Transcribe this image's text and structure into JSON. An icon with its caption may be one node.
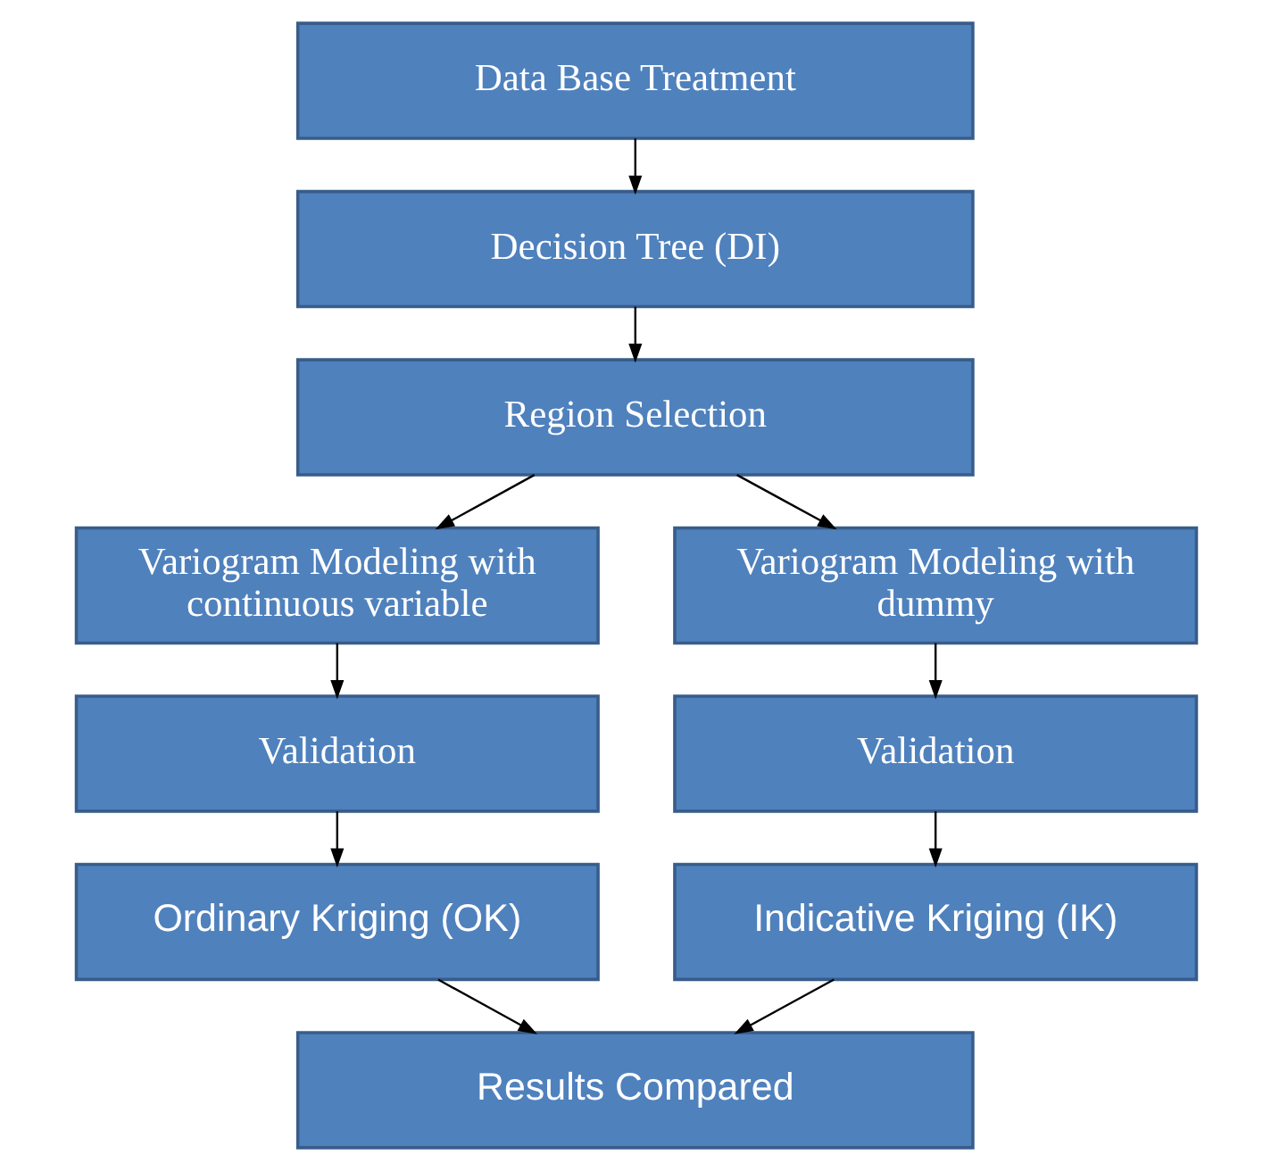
{
  "diagram": {
    "nodes": [
      {
        "text": [
          "Data Base Treatment"
        ]
      },
      {
        "text": [
          "Decision Tree (DI)"
        ]
      },
      {
        "text": [
          "Region Selection"
        ]
      },
      {
        "text": [
          "Variogram Modeling with continuous variable"
        ]
      },
      {
        "text": [
          "Variogram Modeling with dummy"
        ]
      },
      {
        "text": [
          "Validation"
        ]
      },
      {
        "text": [
          "Validation"
        ]
      },
      {
        "text": [
          "Ordinary Kriging (OK)"
        ]
      },
      {
        "text": [
          "Indicative Kriging (IK)"
        ]
      },
      {
        "text": [
          "Results Compared"
        ]
      }
    ],
    "edges": [
      {
        "from": 0,
        "to": 1,
        "arrow": "to"
      },
      {
        "from": 1,
        "to": 2,
        "arrow": "to"
      },
      {
        "from": 2,
        "to": 3,
        "arrow": "to"
      },
      {
        "from": 2,
        "to": 4,
        "arrow": "to"
      },
      {
        "from": 3,
        "to": 5,
        "arrow": "to"
      },
      {
        "from": 4,
        "to": 6,
        "arrow": "to"
      },
      {
        "from": 5,
        "to": 7,
        "arrow": "to"
      },
      {
        "from": 6,
        "to": 8,
        "arrow": "to"
      },
      {
        "from": 7,
        "to": 9,
        "arrow": "to"
      },
      {
        "from": 8,
        "to": 9,
        "arrow": "to"
      }
    ]
  }
}
